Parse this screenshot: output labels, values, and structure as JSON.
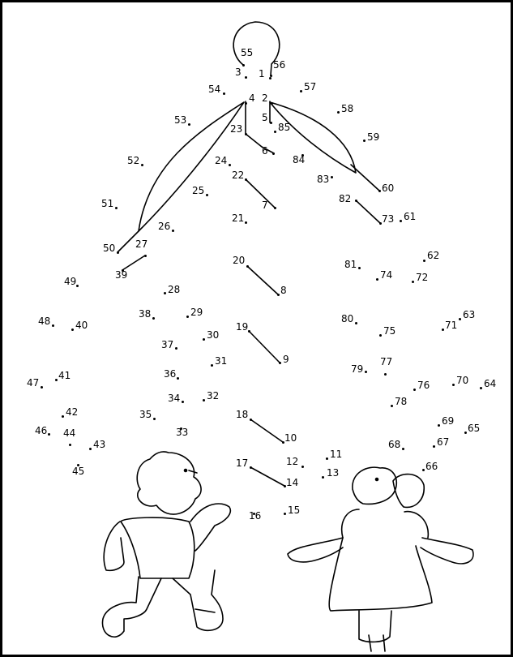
{
  "worksheet": {
    "points": [
      {
        "n": "1",
        "label": "1"
      },
      {
        "n": "2",
        "label": "2"
      },
      {
        "n": "3",
        "label": "3"
      },
      {
        "n": "4",
        "label": "4"
      },
      {
        "n": "5",
        "label": "5"
      },
      {
        "n": "6",
        "label": "6"
      },
      {
        "n": "7",
        "label": "7"
      },
      {
        "n": "8",
        "label": "8"
      },
      {
        "n": "9",
        "label": "9"
      },
      {
        "n": "10",
        "label": "10"
      },
      {
        "n": "11",
        "label": "11"
      },
      {
        "n": "12",
        "label": "12"
      },
      {
        "n": "13",
        "label": "13"
      },
      {
        "n": "14",
        "label": "14"
      },
      {
        "n": "15",
        "label": "15"
      },
      {
        "n": "16",
        "label": "16"
      },
      {
        "n": "17",
        "label": "17"
      },
      {
        "n": "18",
        "label": "18"
      },
      {
        "n": "19",
        "label": "19"
      },
      {
        "n": "20",
        "label": "20"
      },
      {
        "n": "21",
        "label": "21"
      },
      {
        "n": "22",
        "label": "22"
      },
      {
        "n": "23",
        "label": "23"
      },
      {
        "n": "24",
        "label": "24"
      },
      {
        "n": "25",
        "label": "25"
      },
      {
        "n": "26",
        "label": "26"
      },
      {
        "n": "27",
        "label": "27"
      },
      {
        "n": "28",
        "label": "28"
      },
      {
        "n": "29",
        "label": "29"
      },
      {
        "n": "30",
        "label": "30"
      },
      {
        "n": "31",
        "label": "31"
      },
      {
        "n": "32",
        "label": "32"
      },
      {
        "n": "33",
        "label": "33"
      },
      {
        "n": "34",
        "label": "34"
      },
      {
        "n": "35",
        "label": "35"
      },
      {
        "n": "36",
        "label": "36"
      },
      {
        "n": "37",
        "label": "37"
      },
      {
        "n": "38",
        "label": "38"
      },
      {
        "n": "39",
        "label": "39"
      },
      {
        "n": "40",
        "label": "40"
      },
      {
        "n": "41",
        "label": "41"
      },
      {
        "n": "42",
        "label": "42"
      },
      {
        "n": "43",
        "label": "43"
      },
      {
        "n": "44",
        "label": "44"
      },
      {
        "n": "45",
        "label": "45"
      },
      {
        "n": "46",
        "label": "46"
      },
      {
        "n": "47",
        "label": "47"
      },
      {
        "n": "48",
        "label": "48"
      },
      {
        "n": "49",
        "label": "49"
      },
      {
        "n": "50",
        "label": "50"
      },
      {
        "n": "51",
        "label": "51"
      },
      {
        "n": "52",
        "label": "52"
      },
      {
        "n": "53",
        "label": "53"
      },
      {
        "n": "54",
        "label": "54"
      },
      {
        "n": "55",
        "label": "55"
      },
      {
        "n": "56",
        "label": "56"
      },
      {
        "n": "57",
        "label": "57"
      },
      {
        "n": "58",
        "label": "58"
      },
      {
        "n": "59",
        "label": "59"
      },
      {
        "n": "60",
        "label": "60"
      },
      {
        "n": "61",
        "label": "61"
      },
      {
        "n": "62",
        "label": "62"
      },
      {
        "n": "63",
        "label": "63"
      },
      {
        "n": "64",
        "label": "64"
      },
      {
        "n": "65",
        "label": "65"
      },
      {
        "n": "66",
        "label": "66"
      },
      {
        "n": "67",
        "label": "67"
      },
      {
        "n": "68",
        "label": "68"
      },
      {
        "n": "69",
        "label": "69"
      },
      {
        "n": "70",
        "label": "70"
      },
      {
        "n": "71",
        "label": "71"
      },
      {
        "n": "72",
        "label": "72"
      },
      {
        "n": "73",
        "label": "73"
      },
      {
        "n": "74",
        "label": "74"
      },
      {
        "n": "75",
        "label": "75"
      },
      {
        "n": "76",
        "label": "76"
      },
      {
        "n": "77",
        "label": "77"
      },
      {
        "n": "78",
        "label": "78"
      },
      {
        "n": "79",
        "label": "79"
      },
      {
        "n": "80",
        "label": "80"
      },
      {
        "n": "81",
        "label": "81"
      },
      {
        "n": "82",
        "label": "82"
      },
      {
        "n": "83",
        "label": "83"
      },
      {
        "n": "84",
        "label": "84"
      },
      {
        "n": "85",
        "label": "85"
      }
    ]
  }
}
